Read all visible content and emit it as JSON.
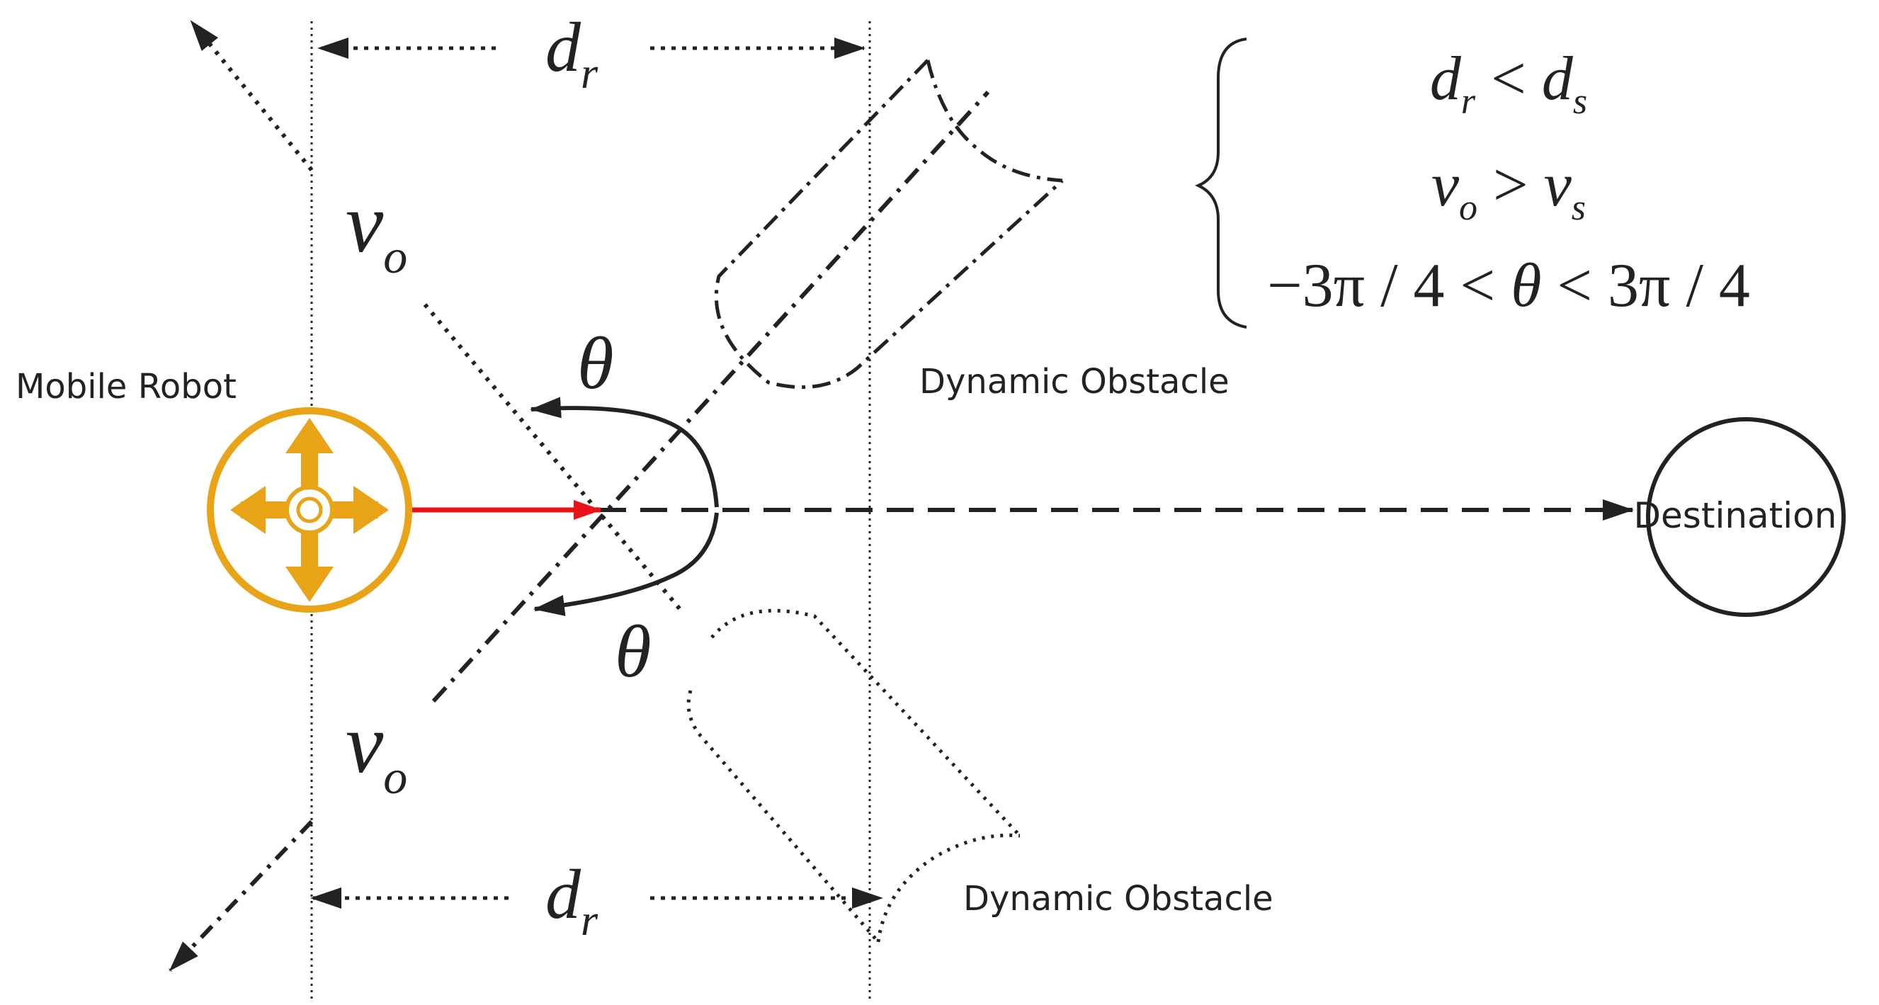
{
  "labels": {
    "robot": "Mobile Robot",
    "obstacle_top": "Dynamic Obstacle",
    "obstacle_bottom": "Dynamic Obstacle",
    "destination": "Destination"
  },
  "symbols": {
    "d": "d",
    "r_sub": "r",
    "v": "v",
    "o_sub": "o",
    "theta": "θ"
  },
  "conditions": {
    "c1": {
      "a": "d",
      "a_sub": "r",
      "op": " < ",
      "b": "d",
      "b_sub": "s"
    },
    "c2": {
      "a": "v",
      "a_sub": "o",
      "op": " > ",
      "b": "v",
      "b_sub": "s"
    },
    "c3": {
      "p1": "−3π / 4 < ",
      "mid": "θ",
      "p2": " < 3π / 4"
    }
  },
  "colors": {
    "robot": "#e8a317",
    "robot_light": "#f2c14e",
    "heading_arrow": "#e8141a",
    "line": "#222222"
  },
  "icons": [
    "robot-move-icon"
  ]
}
